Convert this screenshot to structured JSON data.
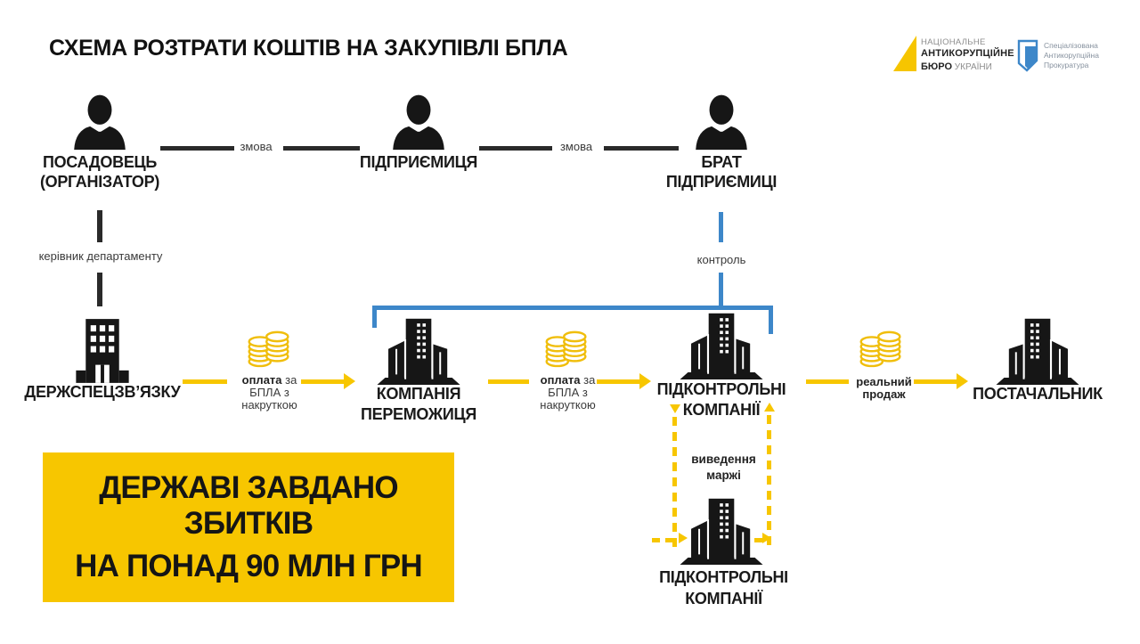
{
  "title": "СХЕМА РОЗТРАТИ КОШТІВ НА ЗАКУПІВЛІ  БПЛА",
  "logos": {
    "nabu": {
      "line1": "НАЦІОНАЛЬНЕ",
      "line2": "АНТИКОРУПЦІЙНЕ",
      "line3_bold": "БЮРО",
      "line3_rest": " УКРАЇНИ"
    },
    "sap": {
      "line1": "Спеціалізована",
      "line2": "Антикорупційна",
      "line3": "Прокуратура"
    }
  },
  "persons": [
    {
      "line1": "ПОСАДОВЕЦЬ",
      "line2": "(ОРГАНІЗАТОР)"
    },
    {
      "line1": "ПІДПРИЄМИЦЯ"
    },
    {
      "line1": "БРАТ",
      "line2": "ПІДПРИЄМИЦІ"
    }
  ],
  "connections": {
    "zmova1": "змова",
    "zmova2": "змова",
    "kerivnyk": "керівник департаменту",
    "kontrol": "контроль",
    "vyvedennia1": "виведення",
    "vyvedennia2": "маржі"
  },
  "flows": [
    {
      "bold": "оплата",
      "rest": " за",
      "line2": "БПЛА з",
      "line3": "накруткою"
    },
    {
      "bold": "оплата",
      "rest": " за",
      "line2": "БПЛА з",
      "line3": "накруткою"
    },
    {
      "line1": "реальний",
      "line2": "продаж"
    }
  ],
  "nodes": {
    "state_agency": "ДЕРЖСПЕЦЗВ’ЯЗКУ",
    "winner_line1": "КОМПАНІЯ",
    "winner_line2": "ПЕРЕМОЖИЦЯ",
    "controlled_top_line1": "ПІДКОНТРОЛЬНІ",
    "controlled_top_line2": "КОМПАНІЇ",
    "controlled_bottom_line1": "ПІДКОНТРОЛЬНІ",
    "controlled_bottom_line2": "КОМПАНІЇ",
    "supplier": "ПОСТАЧАЛЬНИК"
  },
  "banner": {
    "line1": "ДЕРЖАВІ ЗАВДАНО ЗБИТКІВ",
    "line2": "НА ПОНАД 90 МЛН ГРН"
  },
  "colors": {
    "yellow": "#F7C600",
    "blue": "#3D87C9",
    "black": "#161616",
    "gray": "#8D8D8D"
  }
}
